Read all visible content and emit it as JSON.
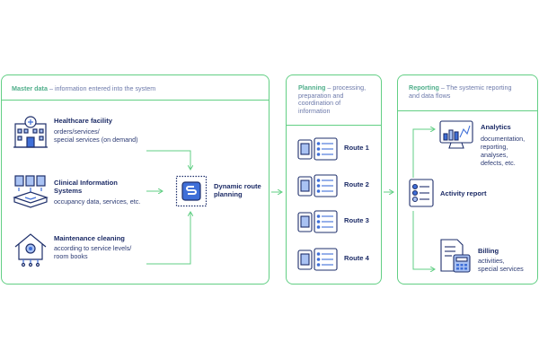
{
  "master": {
    "title": "Master data",
    "desc": " – information entered into the system",
    "items": [
      {
        "name": "Healthcare facility",
        "desc": [
          "orders/services/",
          "special services (on demand)"
        ]
      },
      {
        "name": [
          "Clinical Information",
          "Systems"
        ],
        "desc": [
          "occupancy data, services, etc."
        ]
      },
      {
        "name": "Maintenance cleaning",
        "desc": [
          "according to service levels/",
          "room books"
        ]
      }
    ],
    "center": {
      "name": [
        "Dynamic route",
        "planning"
      ]
    }
  },
  "planning": {
    "title": "Planning",
    "desc": [
      " – processing,",
      "preparation and",
      "coordination of",
      "information"
    ],
    "routes": [
      "Route 1",
      "Route 2",
      "Route 3",
      "Route 4"
    ]
  },
  "reporting": {
    "title": "Reporting",
    "desc": [
      " – The systemic reporting",
      "and data flows"
    ],
    "activity": "Activity report",
    "analytics": {
      "name": "Analytics",
      "desc": [
        "documentation,",
        "reporting,",
        "analyses,",
        "defects, etc."
      ]
    },
    "billing": {
      "name": "Billing",
      "desc": [
        "activities,",
        "special services"
      ]
    }
  },
  "colors": {
    "green": "#62cf84",
    "navy": "#1e2f6b",
    "blue": "#3f6fd8",
    "lightblue": "#a9c2f3"
  }
}
